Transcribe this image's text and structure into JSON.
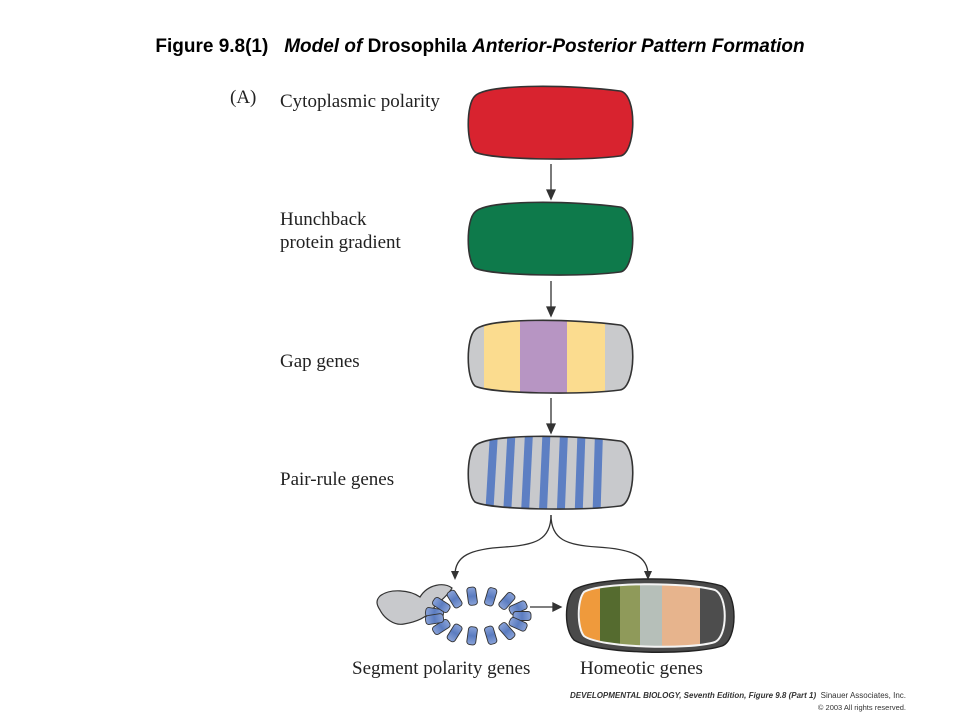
{
  "title": {
    "prefix": "Figure 9.8(1)",
    "italic1": "Model of",
    "organism": "Drosophila",
    "italic2": "Anterior-Posterior Pattern Formation"
  },
  "panel_label": "(A)",
  "stages": [
    {
      "label": "Cytoplasmic polarity"
    },
    {
      "label_line1": "Hunchback",
      "label_line2": "protein gradient"
    },
    {
      "label": "Gap genes"
    },
    {
      "label": "Pair-rule genes"
    },
    {
      "label": "Segment polarity genes"
    },
    {
      "label": "Homeotic genes"
    }
  ],
  "colors": {
    "red": "#d8232f",
    "blue": "#1a6cb0",
    "green": "#0e7a4b",
    "gap_yellow": "#fbdc8f",
    "gap_purple": "#b795c3",
    "gap_gray": "#c9cacc",
    "stripe_blue": "#5d7fc3",
    "embryo_gray": "#c8c9cc",
    "homeotic": [
      "#ef9a3c",
      "#556b2f",
      "#8f9a5a",
      "#b6bfb9",
      "#e7b48d",
      "#4d4d4d"
    ]
  },
  "footer": {
    "book": "DEVELOPMENTAL BIOLOGY, Seventh Edition, Figure 9.8 (Part 1)",
    "publisher": "Sinauer Associates, Inc.",
    "copyright": "© 2003 All rights reserved."
  }
}
